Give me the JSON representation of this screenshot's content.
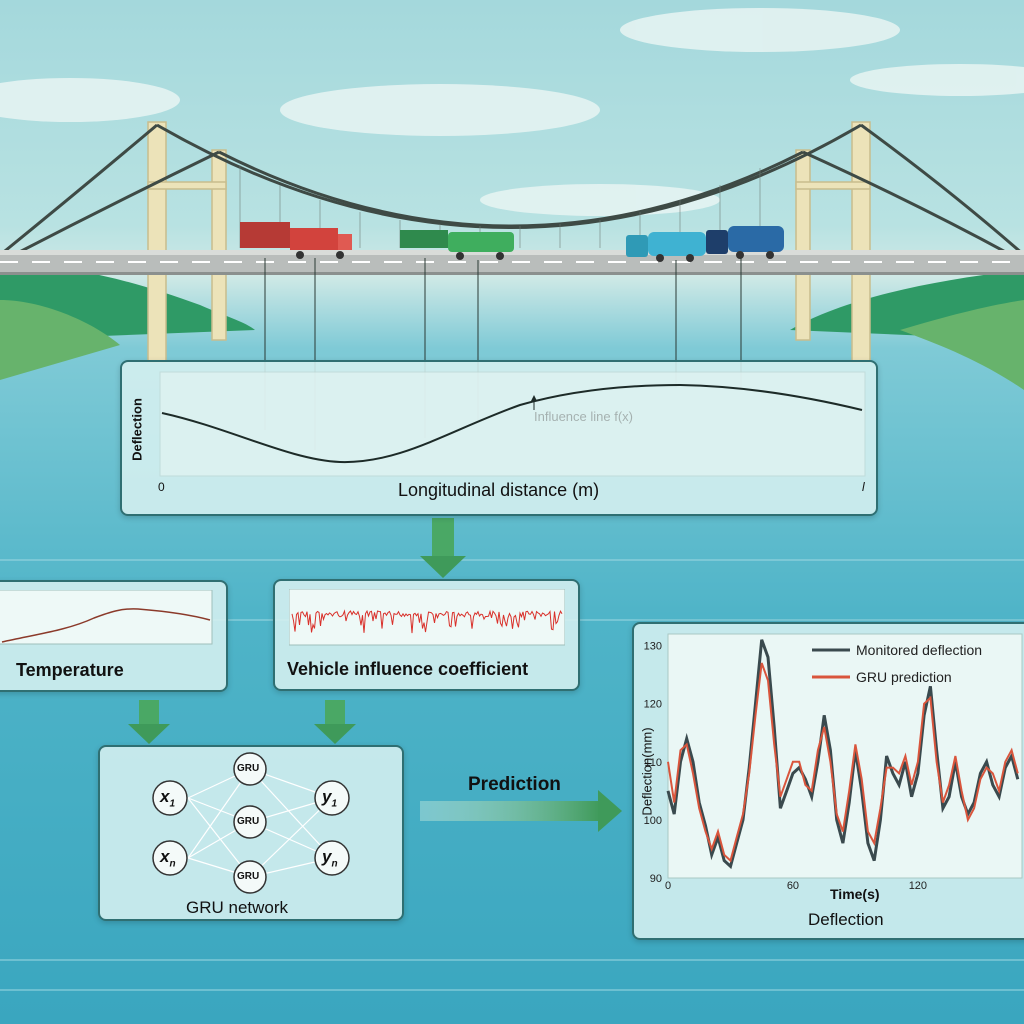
{
  "colors": {
    "sky": "#b8e2e2",
    "water": "#4fb4c8",
    "panel_border": "#2f6f72",
    "arrow_green": "#3f9a5a",
    "monitored": "#3a4a4e",
    "gru_prediction": "#d9553c"
  },
  "icons": [
    "cloud-icon",
    "bridge-icon",
    "truck-icon",
    "bus-icon",
    "arrow-down-icon",
    "arrow-right-icon"
  ],
  "influence_panel": {
    "ylabel": "Deflection",
    "curve_label": "Influence line f(x)",
    "xlabel": "Longitudinal distance (m)",
    "x_start": "0",
    "x_end": "l"
  },
  "temperature_panel": {
    "label": "Temperature"
  },
  "vehicle_panel": {
    "label": "Vehicle influence coefficient"
  },
  "gru_panel": {
    "label": "GRU network",
    "inputs": [
      "x",
      "x"
    ],
    "input_subs": [
      "1",
      "n"
    ],
    "outputs": [
      "y",
      "y"
    ],
    "output_subs": [
      "1",
      "n"
    ],
    "cell_label": "GRU"
  },
  "prediction_arrow": {
    "label": "Prediction"
  },
  "chart_data": {
    "type": "line",
    "title": "Deflection",
    "xlabel": "Time(s)",
    "ylabel": "Deflection(mm)",
    "xlim": [
      0,
      170
    ],
    "ylim": [
      90,
      132
    ],
    "xticks": [
      "0",
      "60",
      "120"
    ],
    "yticks": [
      "90",
      "100",
      "110",
      "120",
      "130"
    ],
    "legend_position": "top-right",
    "series": [
      {
        "name": "Monitored deflection",
        "color": "#3a4a4e",
        "x": [
          0,
          3,
          6,
          9,
          12,
          15,
          18,
          21,
          24,
          27,
          30,
          33,
          36,
          39,
          42,
          45,
          48,
          51,
          54,
          57,
          60,
          63,
          66,
          69,
          72,
          75,
          78,
          81,
          84,
          87,
          90,
          93,
          96,
          99,
          102,
          105,
          108,
          111,
          114,
          117,
          120,
          123,
          126,
          129,
          132,
          135,
          138,
          141,
          144,
          147,
          150,
          153,
          156,
          159,
          162,
          165,
          168
        ],
        "y": [
          105,
          101,
          110,
          114,
          110,
          103,
          99,
          94,
          97,
          93,
          92,
          96,
          100,
          109,
          120,
          131,
          128,
          116,
          102,
          105,
          108,
          109,
          107,
          104,
          110,
          118,
          112,
          100,
          96,
          103,
          112,
          105,
          96,
          93,
          100,
          111,
          108,
          106,
          110,
          104,
          108,
          118,
          123,
          112,
          102,
          104,
          110,
          104,
          101,
          103,
          108,
          110,
          106,
          104,
          109,
          111,
          107
        ]
      },
      {
        "name": "GRU prediction",
        "color": "#d9553c",
        "x": [
          0,
          3,
          6,
          9,
          12,
          15,
          18,
          21,
          24,
          27,
          30,
          33,
          36,
          39,
          42,
          45,
          48,
          51,
          54,
          57,
          60,
          63,
          66,
          69,
          72,
          75,
          78,
          81,
          84,
          87,
          90,
          93,
          96,
          99,
          102,
          105,
          108,
          111,
          114,
          117,
          120,
          123,
          126,
          129,
          132,
          135,
          138,
          141,
          144,
          147,
          150,
          153,
          156,
          159,
          162,
          165,
          168
        ],
        "y": [
          110,
          103,
          112,
          113,
          108,
          102,
          98,
          95,
          98,
          94,
          93,
          97,
          101,
          108,
          118,
          127,
          124,
          113,
          104,
          107,
          110,
          110,
          106,
          105,
          112,
          116,
          110,
          101,
          98,
          105,
          113,
          107,
          98,
          96,
          102,
          109,
          109,
          108,
          111,
          106,
          110,
          120,
          121,
          110,
          103,
          106,
          111,
          105,
          100,
          102,
          107,
          109,
          108,
          105,
          110,
          112,
          108
        ]
      }
    ]
  }
}
